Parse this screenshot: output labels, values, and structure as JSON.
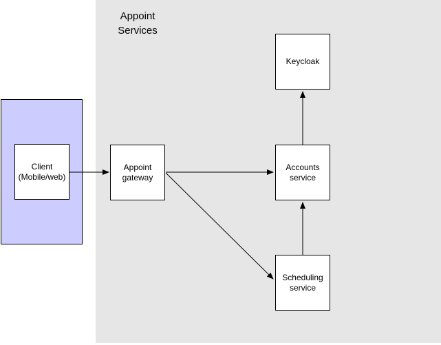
{
  "diagram": {
    "title": "Appoint\nServices",
    "colors": {
      "page_background": "#ffffff",
      "services_container_fill": "#e6e6e6",
      "client_container_fill": "#ccccff",
      "node_fill": "#ffffff",
      "stroke": "#000000",
      "text": "#000000"
    },
    "nodes": [
      {
        "id": "client",
        "label": "Client\n(Mobile/web)"
      },
      {
        "id": "gateway",
        "label": "Appoint\ngateway"
      },
      {
        "id": "keycloak",
        "label": "Keycloak"
      },
      {
        "id": "accounts",
        "label": "Accounts\nservice"
      },
      {
        "id": "scheduling",
        "label": "Scheduling\nservice"
      }
    ],
    "edges": [
      {
        "from": "client",
        "to": "gateway"
      },
      {
        "from": "gateway",
        "to": "accounts"
      },
      {
        "from": "gateway",
        "to": "scheduling"
      },
      {
        "from": "accounts",
        "to": "keycloak"
      },
      {
        "from": "scheduling",
        "to": "accounts"
      }
    ]
  }
}
